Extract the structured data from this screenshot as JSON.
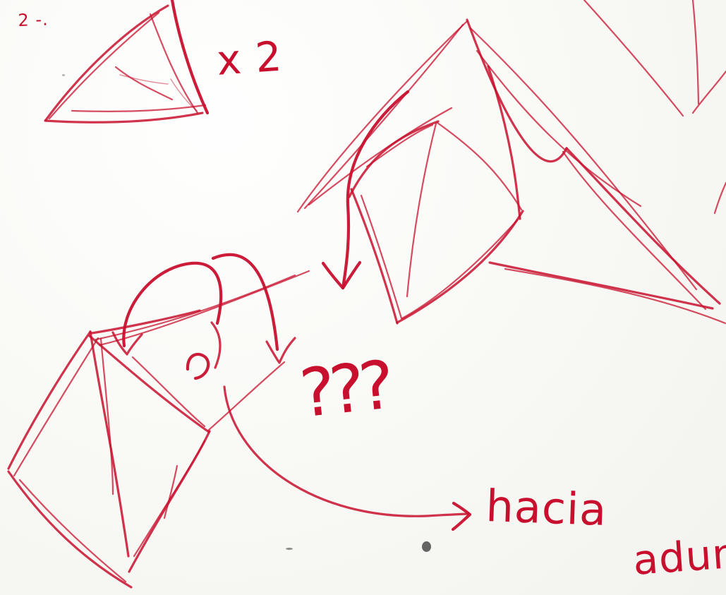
{
  "annotations": {
    "dash_two": "2 -.",
    "times_two": "x 2",
    "question_marks": "???",
    "direction_word": "hacia",
    "partial_word": "adun"
  },
  "colors": {
    "ink": "#c8102e",
    "paper": "#fbfbf8",
    "smudge": "#333333"
  },
  "icons": {
    "small_triangle": "triangle-sketch-icon",
    "large_pyramid": "pyramid-sketch-icon",
    "bottom_pyramid": "pyramid-sketch-icon",
    "movement_arrows": "curved-arrow-icon"
  }
}
